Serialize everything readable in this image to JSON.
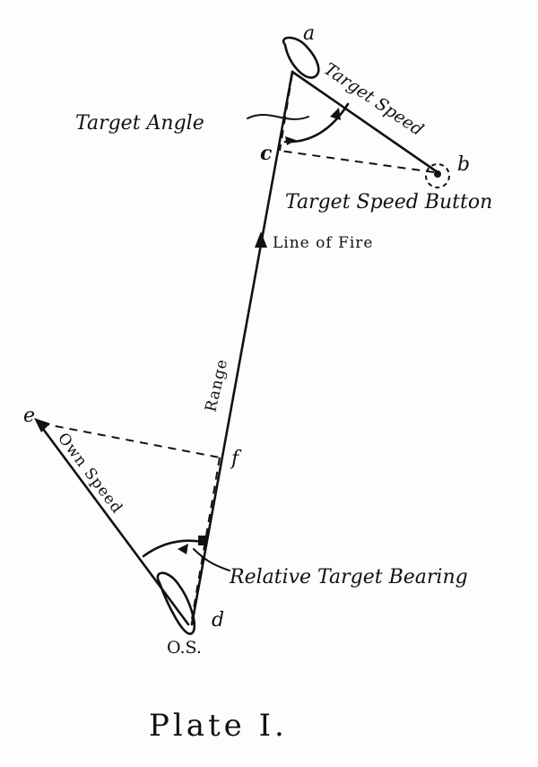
{
  "labels": {
    "target_angle": "Target Angle",
    "target_speed": "Target Speed",
    "target_speed_button": "Target Speed Button",
    "line_of_fire": "Line of Fire",
    "range": "Range",
    "own_speed": "Own Speed",
    "relative_target_bearing": "Relative Target Bearing",
    "own_ship": "O.S."
  },
  "points": {
    "a": "a",
    "b": "b",
    "c": "c",
    "d": "d",
    "e": "e",
    "f": "f"
  },
  "caption": "Plate I."
}
